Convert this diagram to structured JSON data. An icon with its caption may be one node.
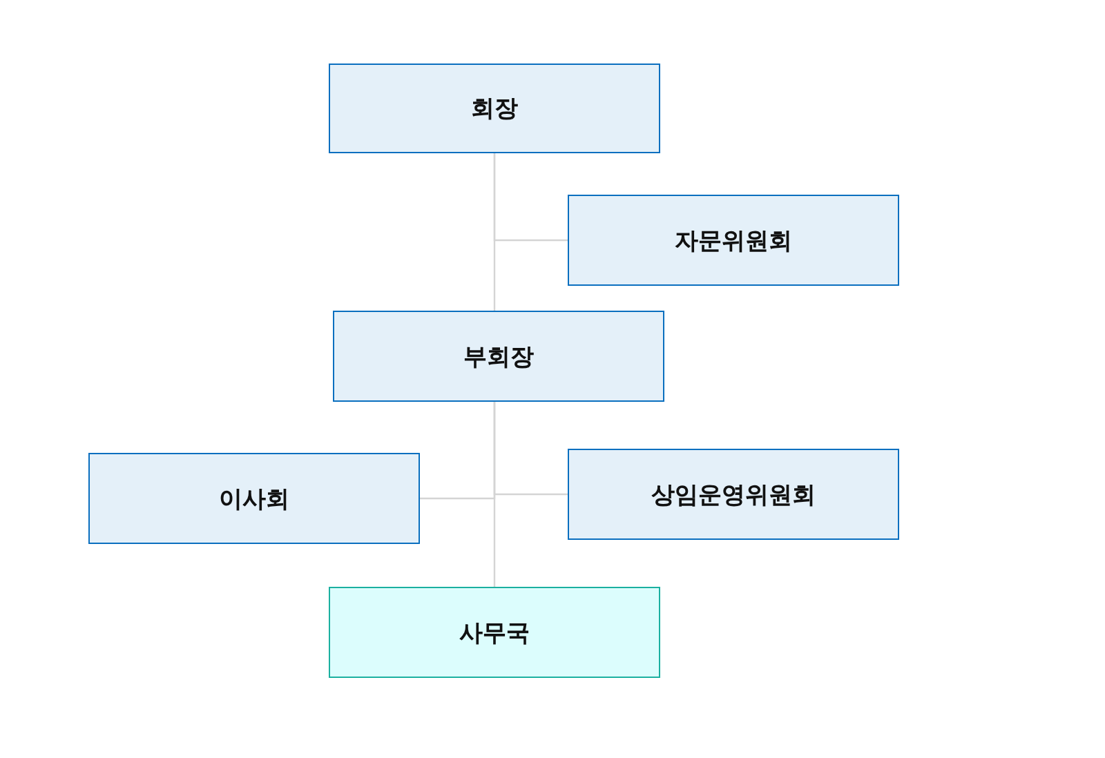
{
  "diagram": {
    "nodes": [
      {
        "text": [
          "회장"
        ]
      },
      {
        "text": [
          "자문위원회"
        ]
      },
      {
        "text": [
          "부회장"
        ]
      },
      {
        "text": [
          "이사회"
        ]
      },
      {
        "text": [
          "상임운영위원회"
        ]
      },
      {
        "text": [
          "사무국"
        ]
      }
    ],
    "edges": [
      {
        "from": 0,
        "to": 2,
        "arrow": "none"
      },
      {
        "from": 0,
        "to": 1,
        "arrow": "none"
      },
      {
        "from": 2,
        "to": 3,
        "arrow": "none"
      },
      {
        "from": 2,
        "to": 4,
        "arrow": "none"
      },
      {
        "from": 2,
        "to": 5,
        "arrow": "none"
      }
    ]
  }
}
